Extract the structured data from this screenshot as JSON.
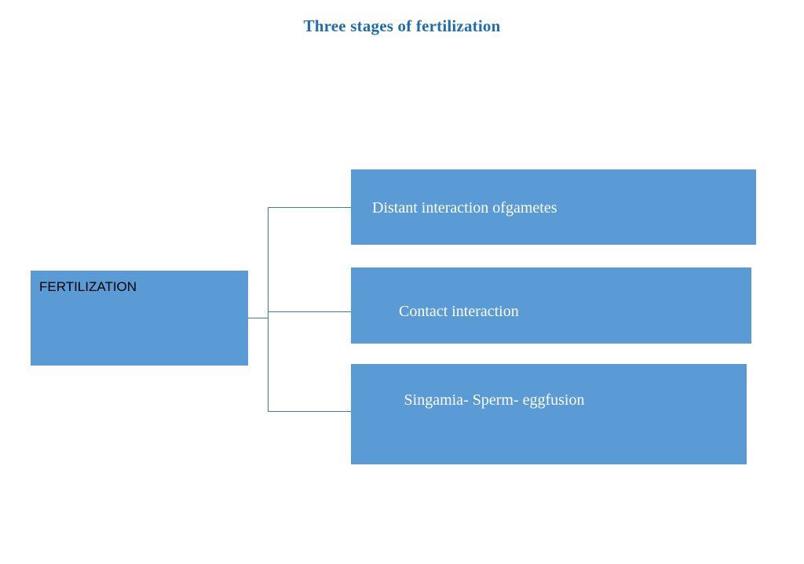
{
  "slide": {
    "title": "Three stages of fertilization",
    "title_color": "#1F6CB0",
    "background_color": "#ffffff",
    "box_fill_color": "#5B9BD5",
    "connector_color": "#3C7DB1"
  },
  "diagram": {
    "root": {
      "label": "FERTILIZATION",
      "text_color": "#000000"
    },
    "stages": [
      {
        "label": "Distant interaction ofgametes",
        "text_color": "#FFFFFF"
      },
      {
        "label": "Contact interaction",
        "text_color": "#FFFFFF"
      },
      {
        "label": "Singamia- Sperm- eggfusion",
        "text_color": "#FFFFFF"
      }
    ]
  }
}
